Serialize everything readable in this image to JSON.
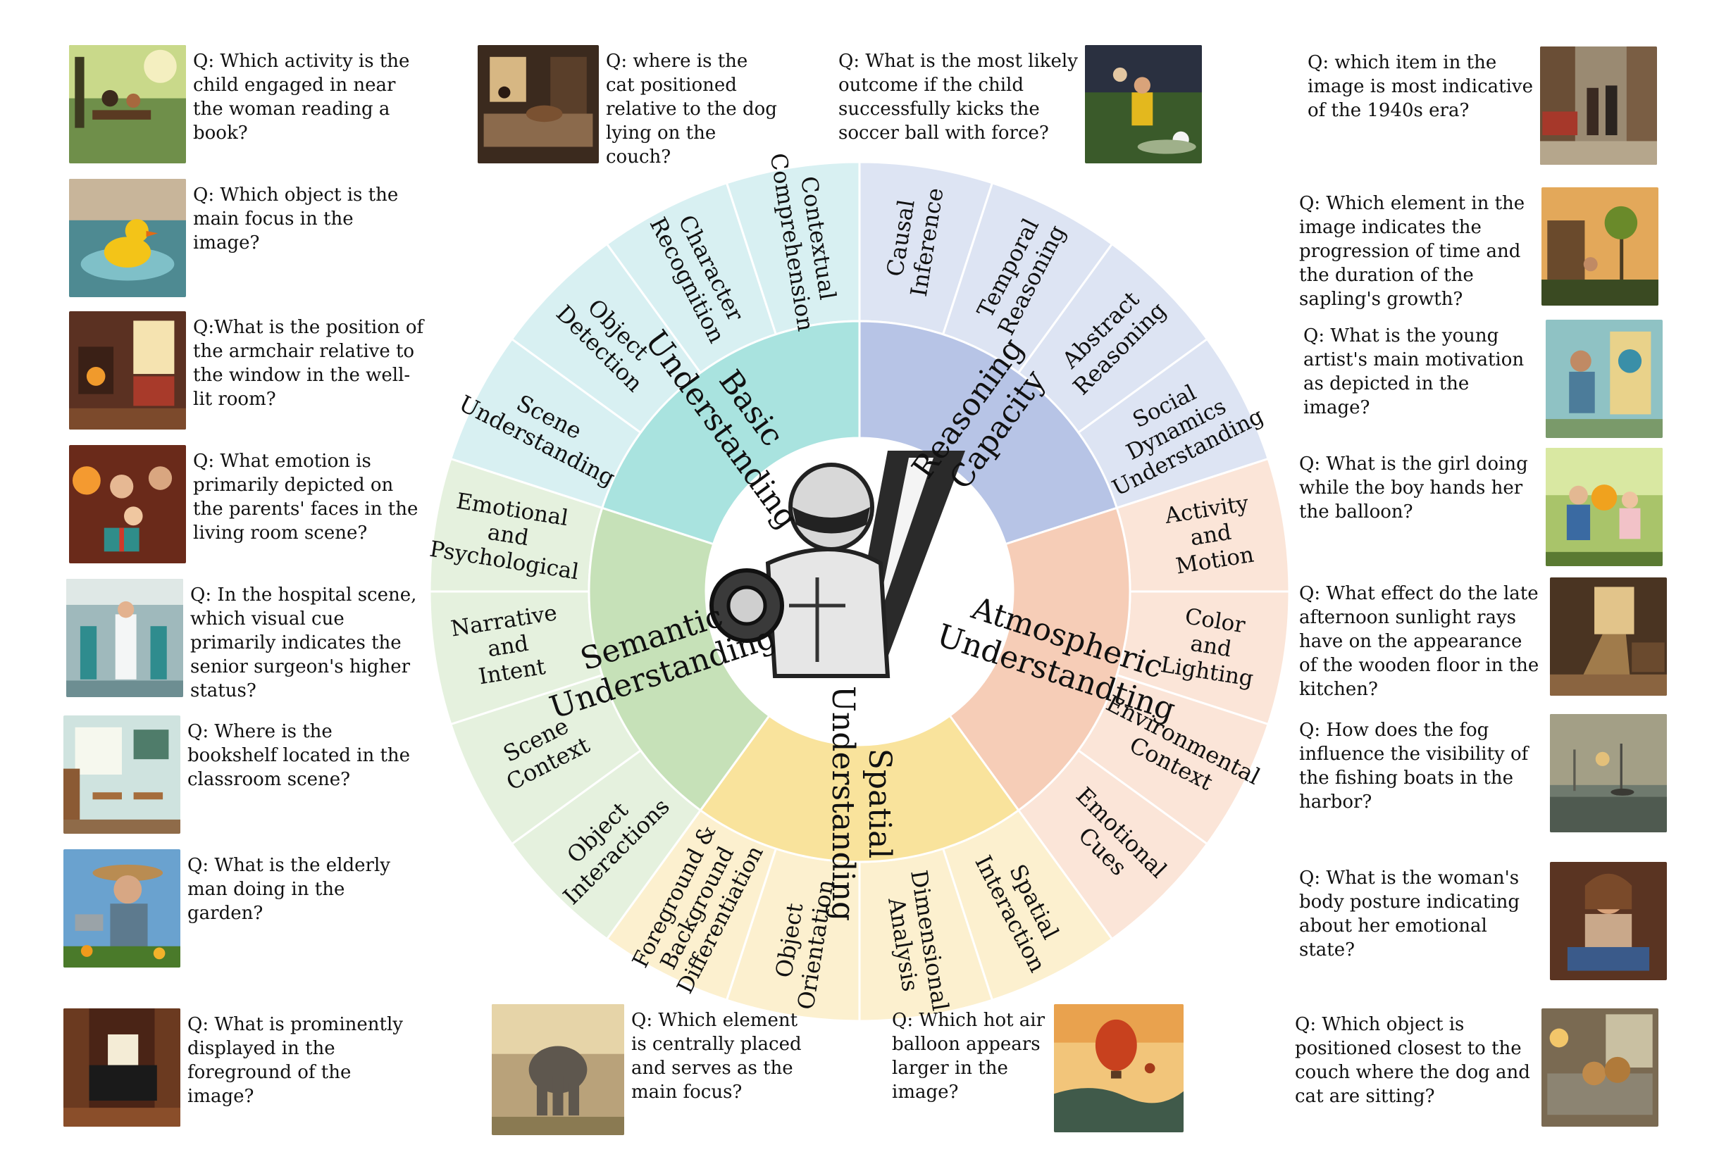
{
  "colors": {
    "basic": "#a9e3df",
    "basic_outer": "#d8f0f2",
    "reasoning": "#b7c4e6",
    "reasoning_outer": "#dde4f3",
    "atmospheric": "#f6cdb7",
    "atmospheric_outer": "#fbe5d8",
    "spatial": "#f9e39c",
    "spatial_outer": "#fcf0cf",
    "semantic": "#c6e1b8",
    "semantic_outer": "#e5f1de"
  },
  "categories": {
    "basic": "Basic Understanding",
    "reasoning": "Reasoning Capacity",
    "atmospheric": "Atmospheric Understandting",
    "spatial": "Spatial Understanding",
    "semantic": "Semantic Understanding"
  },
  "subcategories": {
    "s1": "Contextual Comprehension",
    "s2": "Character Recognition",
    "s3": "Object Detection",
    "s4": "Scene Understanding",
    "s5": "Causal Inference",
    "s6": "Temporal Reasoning",
    "s7": "Abstract Reasoning",
    "s8": "Social Dynamics Understanding",
    "s9": "Activity and Motion",
    "s10": "Color and Lighting",
    "s11": "Environmental Context",
    "s12": "Emotional Cues",
    "s13": "Spatial Interaction",
    "s14": "Dimensional Analysis",
    "s15": "Object Orientation",
    "s16": "Foreground & Background Differentiation",
    "s17": "Object Interactions",
    "s18": "Scene Context",
    "s19": "Narrative and Intent",
    "s20": "Emotional and Psychological"
  },
  "questions": {
    "q1": "Q: Which activity is the child engaged in near the woman reading a book?",
    "q2": "Q: Which object is the main focus in the image?",
    "q3": "Q:What is the position of the armchair relative to the window in the well-lit room?",
    "q4": "Q: What emotion is primarily depicted on the parents' faces in the living room scene?",
    "q5": "Q: In the hospital scene, which visual cue primarily indicates the senior surgeon's higher status?",
    "q6": "Q: Where is the bookshelf located in the classroom scene?",
    "q7": "Q: What is the elderly man doing in the garden?",
    "q8": "Q: What is prominently displayed in the foreground of the image?",
    "q9": "Q: where is the cat positioned relative to the dog lying on the couch?",
    "q10": "Q: What is the most likely outcome if the child successfully kicks the soccer ball with force?",
    "q11": "Q: Which element is centrally placed and serves as the main focus?",
    "q12": "Q: Which hot air balloon appears larger in the image?",
    "q13": "Q: which item in the image is most indicative of the 1940s era?",
    "q14": "Q: Which element in the image indicates the progression of time and the duration of the sapling's growth?",
    "q15": "Q: What is the young artist's main motivation as depicted in the image?",
    "q16": "Q: What is the girl doing while the boy hands her the balloon?",
    "q17": "Q: What effect do the late afternoon sunlight rays have on the appearance of the wooden floor in the kitchen?",
    "q18": "Q: How does the fog influence the visibility of the fishing boats in the harbor?",
    "q19": "Q: What is the woman's body posture indicating about her emotional state?",
    "q20": "Q: Which object is positioned closest to the couch where the dog and cat are sitting?"
  },
  "thumb_icons": {
    "q1": "park-reading-photo",
    "q2": "rubber-duck-photo",
    "q3": "armchair-room-photo",
    "q4": "family-gifts-photo",
    "q5": "hospital-photo",
    "q6": "classroom-photo",
    "q7": "elderly-gardener-photo",
    "q8": "typewriter-photo",
    "q9": "cat-couch-photo",
    "q10": "soccer-photo",
    "q11": "elephant-photo",
    "q12": "hot-air-balloon-photo",
    "q13": "1940s-street-photo",
    "q14": "sapling-photo",
    "q15": "young-artist-photo",
    "q16": "children-balloon-photo",
    "q17": "kitchen-sunlight-photo",
    "q18": "foggy-harbor-photo",
    "q19": "woman-emotion-photo",
    "q20": "dog-cat-couch-photo"
  }
}
